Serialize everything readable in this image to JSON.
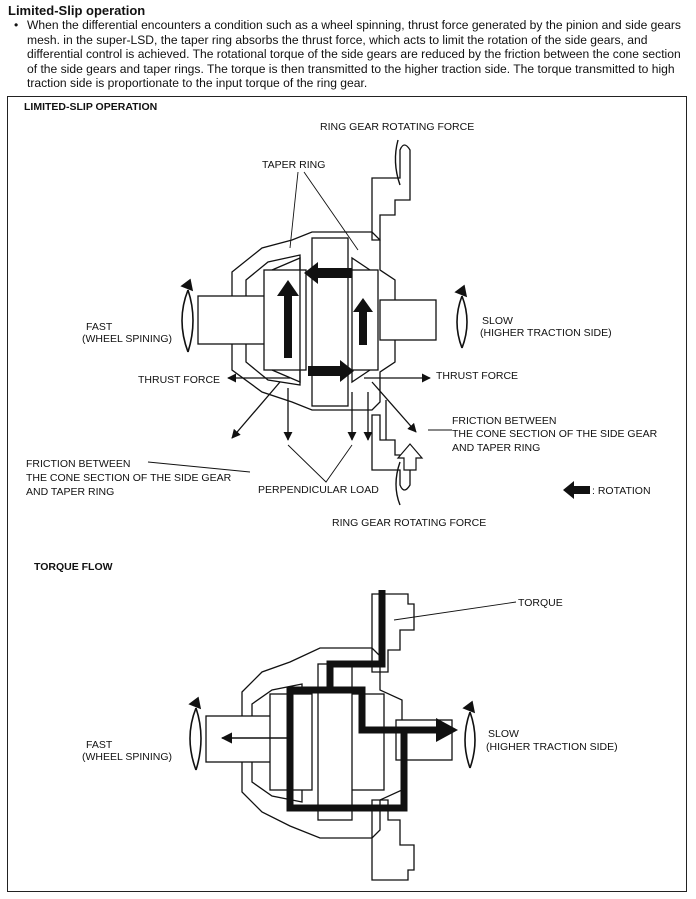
{
  "header": {
    "title": "Limited-Slip operation",
    "bullet": "•",
    "paragraph": "When the differential encounters a condition such as a wheel spinning, thrust force generated by the pinion and side gears mesh. in the super-LSD, the taper ring absorbs the thrust force, which acts to limit the rotation of the side gears, and differential control is achieved. The rotational torque of the side gears are reduced by the friction between the cone section of the side gears and taper rings. The torque is then transmitted to the higher traction side. The torque transmitted to high traction side is proportionate to the input torque of the ring gear."
  },
  "limited_slip": {
    "title": "LIMITED-SLIP OPERATION",
    "ring_gear_top": "RING GEAR ROTATING FORCE",
    "taper_ring": "TAPER RING",
    "fast_line1": "FAST",
    "fast_line2": "(WHEEL SPINING)",
    "slow_line1": "SLOW",
    "slow_line2": "(HIGHER TRACTION SIDE)",
    "thrust_left": "THRUST FORCE",
    "thrust_right": "THRUST FORCE",
    "friction_right_1": "FRICTION BETWEEN",
    "friction_right_2": "THE CONE SECTION OF THE SIDE GEAR",
    "friction_right_3": "AND TAPER RING",
    "friction_left_1": "FRICTION BETWEEN",
    "friction_left_2": "THE CONE SECTION OF THE SIDE GEAR",
    "friction_left_3": "AND TAPER RING",
    "perpendicular_load": "PERPENDICULAR LOAD",
    "rotation_legend": ": ROTATION",
    "ring_gear_bottom": "RING GEAR ROTATING FORCE"
  },
  "torque_flow": {
    "title": "TORQUE FLOW",
    "torque": "TORQUE",
    "fast_line1": "FAST",
    "fast_line2": "(WHEEL SPINING)",
    "slow_line1": "SLOW",
    "slow_line2": "(HIGHER TRACTION SIDE)"
  }
}
